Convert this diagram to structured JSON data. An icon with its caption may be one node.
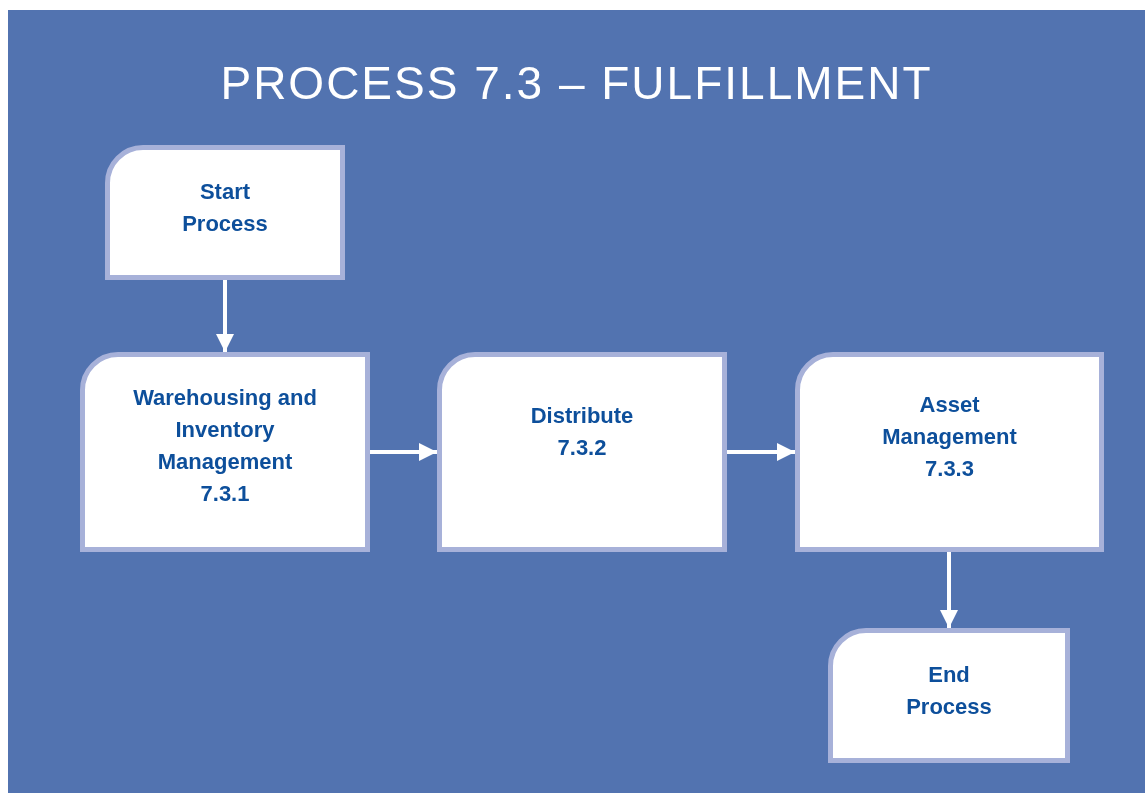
{
  "diagram": {
    "title": "PROCESS 7.3 – FULFILLMENT",
    "nodes": [
      {
        "text": [
          "Start Process"
        ]
      },
      {
        "text": [
          "Warehousing and Inventory Management",
          "7.3.1"
        ]
      },
      {
        "text": [
          "Distribute",
          "7.3.2"
        ]
      },
      {
        "text": [
          "Asset Management",
          "7.3.3"
        ]
      },
      {
        "text": [
          "End Process"
        ]
      }
    ],
    "edges": [
      {
        "from": 0,
        "to": 1,
        "arrow": "to"
      },
      {
        "from": 1,
        "to": 2,
        "arrow": "to"
      },
      {
        "from": 2,
        "to": 3,
        "arrow": "to"
      },
      {
        "from": 3,
        "to": 4,
        "arrow": "to"
      }
    ]
  }
}
